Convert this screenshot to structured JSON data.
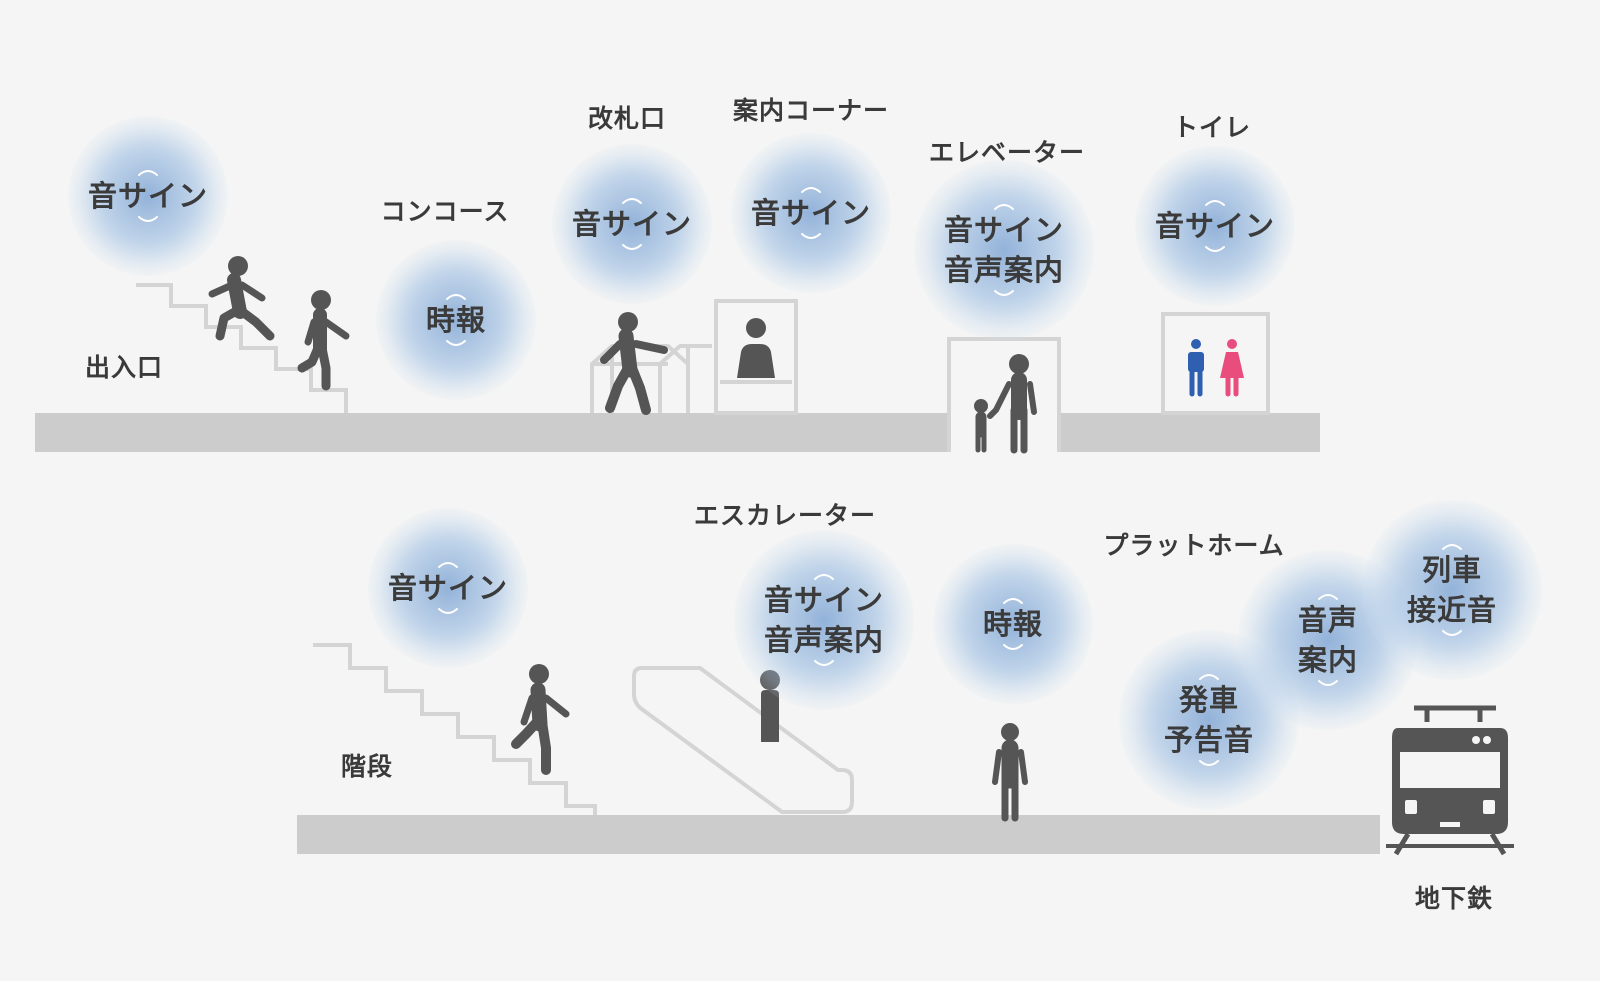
{
  "locations": {
    "entrance": "出入口",
    "concourse": "コンコース",
    "ticket_gate": "改札口",
    "info_corner": "案内コーナー",
    "elevator": "エレベーター",
    "toilet": "トイレ",
    "escalator": "エスカレーター",
    "platform": "プラットホーム",
    "stairs": "階段",
    "subway": "地下鉄"
  },
  "bubbles": {
    "entrance": [
      "音サイン"
    ],
    "concourse": [
      "時報"
    ],
    "ticket_gate": [
      "音サイン"
    ],
    "info_corner": [
      "音サイン"
    ],
    "elevator": [
      "音サイン",
      "音声案内"
    ],
    "toilet": [
      "音サイン"
    ],
    "stairs": [
      "音サイン"
    ],
    "escalator": [
      "音サイン",
      "音声案内"
    ],
    "platform_time": [
      "時報"
    ],
    "departure": [
      "発車",
      "予告音"
    ],
    "announcement": [
      "音声",
      "案内"
    ],
    "approach": [
      "列車",
      "接近音"
    ]
  },
  "colors": {
    "male_icon": "#2f5fb0",
    "female_icon": "#e84d7d",
    "figure": "#555555",
    "floor": "#cccccc",
    "structure": "#d4d4d4"
  }
}
